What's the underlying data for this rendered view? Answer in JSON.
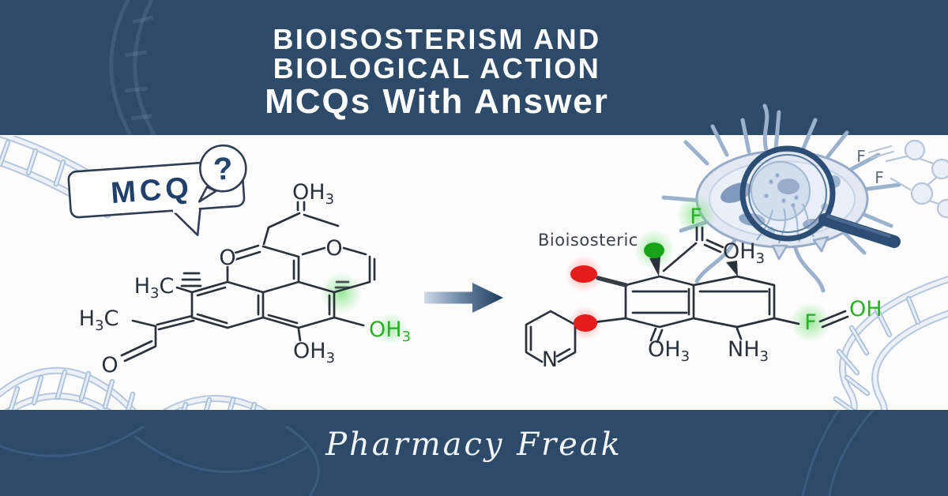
{
  "poster": {
    "title": {
      "line1": "BIOISOSTERISM AND",
      "line2": "BIOLOGICAL ACTION",
      "line3": "MCQs With Answer"
    },
    "brand": "Pharmacy Freak",
    "bubble": {
      "label": "MCQ",
      "mark": "?"
    },
    "caption_right": "Bioisosteric"
  },
  "left_molecule": {
    "labels": {
      "oh3_top": {
        "main": "OH",
        "sub": "3"
      },
      "ring_o": "O",
      "pyran_o": "O",
      "methyl_upper": {
        "h": "H",
        "sub": "3",
        "c": "C"
      },
      "methyl_lower": {
        "h": "H",
        "sub": "3",
        "c": "C"
      },
      "aldehyde_o": "O",
      "oh3_bottom": {
        "main": "OH",
        "sub": "3"
      },
      "oh3_green": {
        "main": "OH",
        "sub": "3"
      }
    }
  },
  "right_molecule": {
    "labels": {
      "f_top": "F",
      "oh3_top": {
        "main": "OH",
        "sub": "3"
      },
      "oh3_bottom": {
        "main": "OH",
        "sub": "3"
      },
      "nh3": {
        "main": "NH",
        "sub": "3"
      },
      "f_right": "F",
      "oh_right": "OH",
      "pyridine_n": "N"
    }
  },
  "colors": {
    "band": "#2d4a69",
    "title_text": "#ffffff",
    "molecule_stroke": "#2b313b",
    "highlight_green": "#27b127",
    "highlight_red": "#e41c1c",
    "arrow_dark": "#1c3a5c",
    "sketch_blue": "#aabfda"
  },
  "icons": [
    "dna-helix-icon",
    "cell-icon",
    "magnifier-icon",
    "speech-bubble-icon",
    "question-bubble-icon",
    "arrow-right-icon",
    "molecule-sketch-icon",
    "highlight-dot-icon"
  ]
}
